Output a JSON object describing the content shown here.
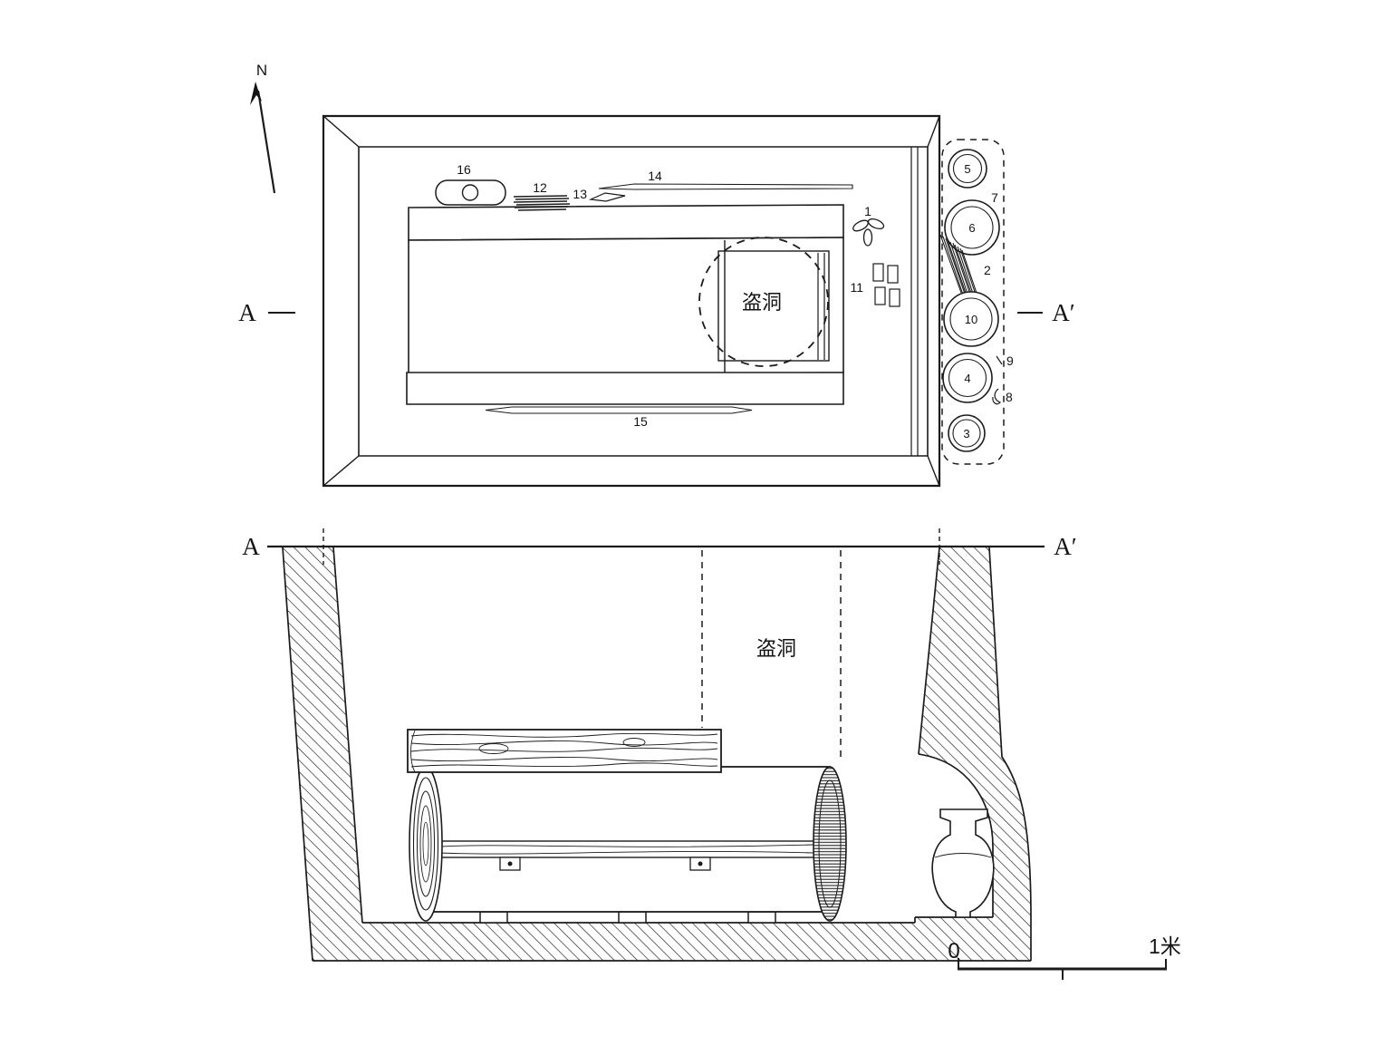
{
  "figure": {
    "north_label": "N",
    "plan": {
      "robber_hole_label": "盗洞",
      "cut_left": "A",
      "cut_right": "A′",
      "labels": {
        "n1": "1",
        "n2": "2",
        "n3": "3",
        "n4": "4",
        "n5": "5",
        "n6": "6",
        "n7": "7",
        "n8": "8",
        "n9": "9",
        "n10": "10",
        "n11": "11",
        "n12": "12",
        "n13": "13",
        "n14": "14",
        "n15": "15",
        "n16": "16"
      }
    },
    "section": {
      "robber_hole_label": "盗洞",
      "cut_left": "A",
      "cut_right": "A′"
    },
    "scale_bar": {
      "zero": "0",
      "unit": "1米"
    }
  }
}
